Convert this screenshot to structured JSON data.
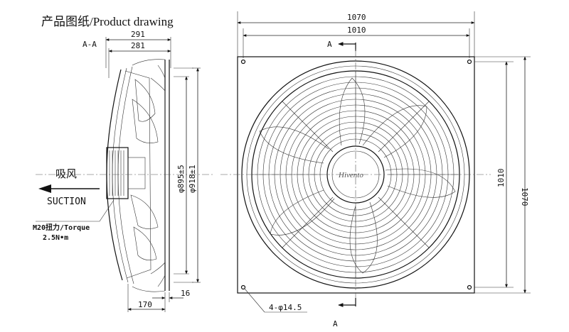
{
  "title": "产品图纸/Product drawing",
  "section_label": "A-A",
  "side_view": {
    "dim_overall_depth": "291",
    "dim_body_depth": "281",
    "dim_diameter_outer": "φ918±1",
    "dim_diameter_inner": "φ895±5",
    "dim_flange": "16",
    "dim_hub": "170",
    "airflow_cn": "吸风",
    "airflow_en": "SUCTION",
    "torque_line1": "M20扭力/Torque",
    "torque_line2": "2.5N•m"
  },
  "front_view": {
    "dim_width_outer": "1070",
    "dim_width_inner": "1010",
    "dim_height_inner": "1010",
    "dim_height_outer": "1070",
    "section_marker_top": "A",
    "section_marker_bottom": "A",
    "holes_label": "4-φ14.5",
    "brand_logo": "Hivento"
  }
}
